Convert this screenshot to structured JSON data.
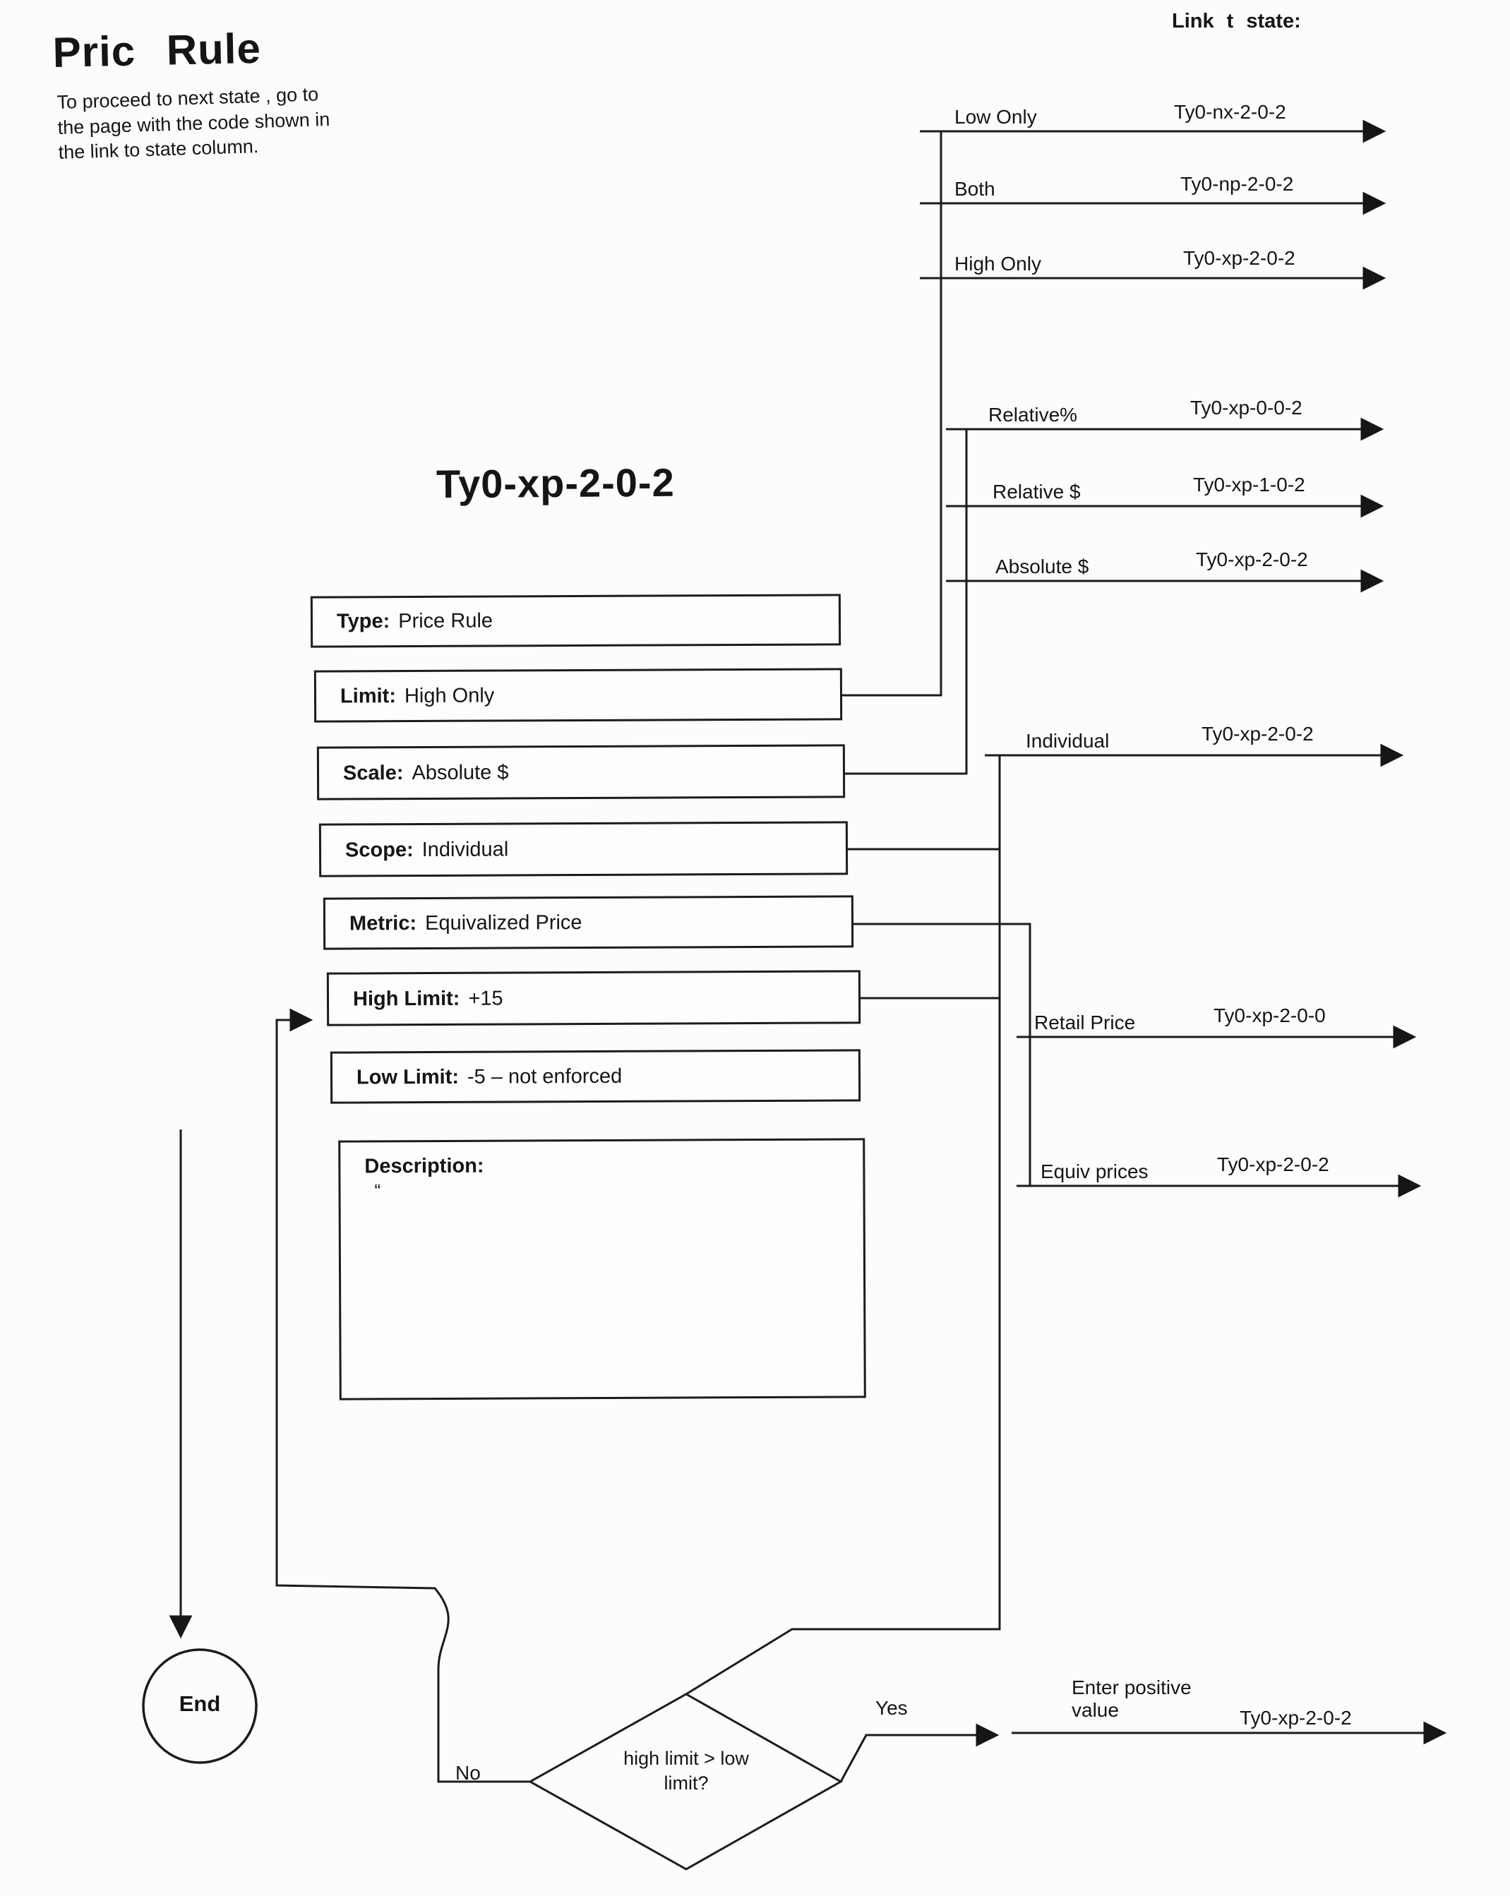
{
  "page": {
    "title": "Pric Rule",
    "intro": "To proceed to next state , go to the page with the code shown in the link to state column.",
    "link_state_header": "Link t state:",
    "state_code": "Ty0-xp-2-0-2"
  },
  "fields": [
    {
      "label": "Type:",
      "value": "Price Rule"
    },
    {
      "label": "Limit:",
      "value": "High Only"
    },
    {
      "label": "Scale:",
      "value": "Absolute $"
    },
    {
      "label": "Scope:",
      "value": "Individual"
    },
    {
      "label": "Metric:",
      "value": "Equivalized Price"
    },
    {
      "label": "High Limit:",
      "value": "+15"
    },
    {
      "label": "Low Limit:",
      "value": "-5 – not enforced"
    },
    {
      "label": "Description:",
      "value": "“"
    }
  ],
  "links": [
    {
      "label": "Low Only",
      "code": "Ty0-nx-2-0-2"
    },
    {
      "label": "Both",
      "code": "Ty0-np-2-0-2"
    },
    {
      "label": "High Only",
      "code": "Ty0-xp-2-0-2"
    },
    {
      "label": "Relative%",
      "code": "Ty0-xp-0-0-2"
    },
    {
      "label": "Relative $",
      "code": "Ty0-xp-1-0-2"
    },
    {
      "label": "Absolute $",
      "code": "Ty0-xp-2-0-2"
    },
    {
      "label": "Individual",
      "code": "Ty0-xp-2-0-2"
    },
    {
      "label": "Retail Price",
      "code": "Ty0-xp-2-0-0"
    },
    {
      "label": "Equiv prices",
      "code": "Ty0-xp-2-0-2"
    },
    {
      "label": "Enter positive value",
      "code": "Ty0-xp-2-0-2"
    }
  ],
  "decision": {
    "question": "high limit > low limit?",
    "yes_label": "Yes",
    "no_label": "No"
  },
  "terminal": {
    "end_label": "End"
  }
}
